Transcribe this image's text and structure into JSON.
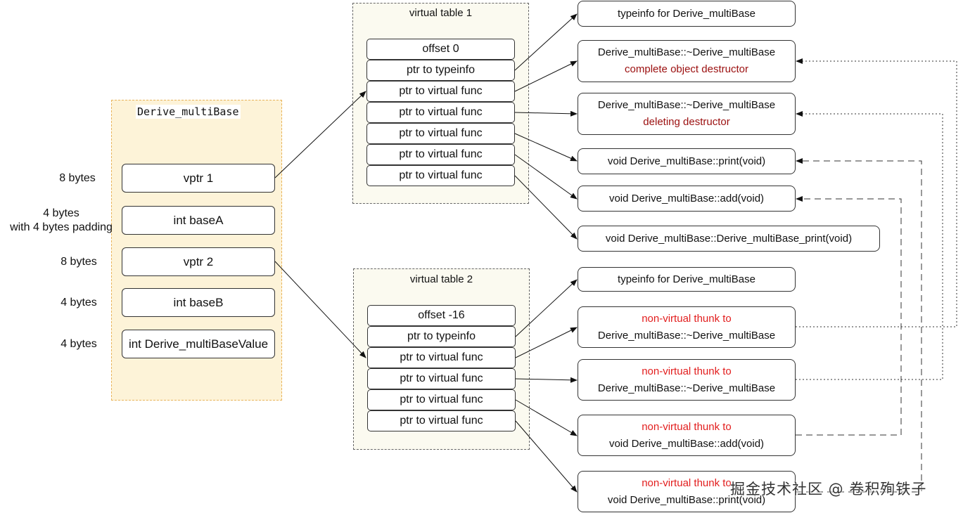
{
  "struct": {
    "title": "Derive_multiBase",
    "fields": [
      {
        "label": "vptr 1",
        "size": "8 bytes"
      },
      {
        "label": "int baseA",
        "size": "4 bytes",
        "size2": "with 4 bytes padding"
      },
      {
        "label": "vptr 2",
        "size": "8 bytes"
      },
      {
        "label": "int baseB",
        "size": "4 bytes"
      },
      {
        "label": "int Derive_multiBaseValue",
        "size": "4 bytes"
      }
    ]
  },
  "vtable1": {
    "title": "virtual table 1",
    "rows": [
      "offset 0",
      "ptr to typeinfo",
      "ptr to virtual func",
      "ptr to virtual func",
      "ptr to virtual func",
      "ptr to virtual func",
      "ptr to virtual func"
    ]
  },
  "vtable2": {
    "title": "virtual table 2",
    "rows": [
      "offset -16",
      "ptr to typeinfo",
      "ptr to virtual func",
      "ptr to virtual func",
      "ptr to virtual func",
      "ptr to virtual func"
    ]
  },
  "targets1": [
    {
      "line1": "typeinfo for Derive_multiBase"
    },
    {
      "line1": "Derive_multiBase::~Derive_multiBase",
      "line2": "complete object destructor"
    },
    {
      "line1": "Derive_multiBase::~Derive_multiBase",
      "line2": "deleting destructor"
    },
    {
      "line1": "void Derive_multiBase::print(void)"
    },
    {
      "line1": "void Derive_multiBase::add(void)"
    },
    {
      "line1": "void Derive_multiBase::Derive_multiBase_print(void)"
    }
  ],
  "targets2": [
    {
      "line1": "typeinfo for Derive_multiBase"
    },
    {
      "line1": "non-virtual thunk to",
      "line2": "Derive_multiBase::~Derive_multiBase"
    },
    {
      "line1": "non-virtual thunk to",
      "line2": "Derive_multiBase::~Derive_multiBase"
    },
    {
      "line1": "non-virtual thunk to",
      "line2": "void Derive_multiBase::add(void)"
    },
    {
      "line1": "non-virtual thunk to",
      "line2": "void Derive_multiBase::print(void)"
    }
  ],
  "watermark": "掘金技术社区 @ 卷积殉铁子",
  "colors": {
    "struct_bg": "#fdf3d8",
    "struct_border": "#e9b45c",
    "vtable_bg": "#fbfaf0",
    "thunk": "#e21d1d",
    "dtor_note": "#9b0f0f"
  }
}
